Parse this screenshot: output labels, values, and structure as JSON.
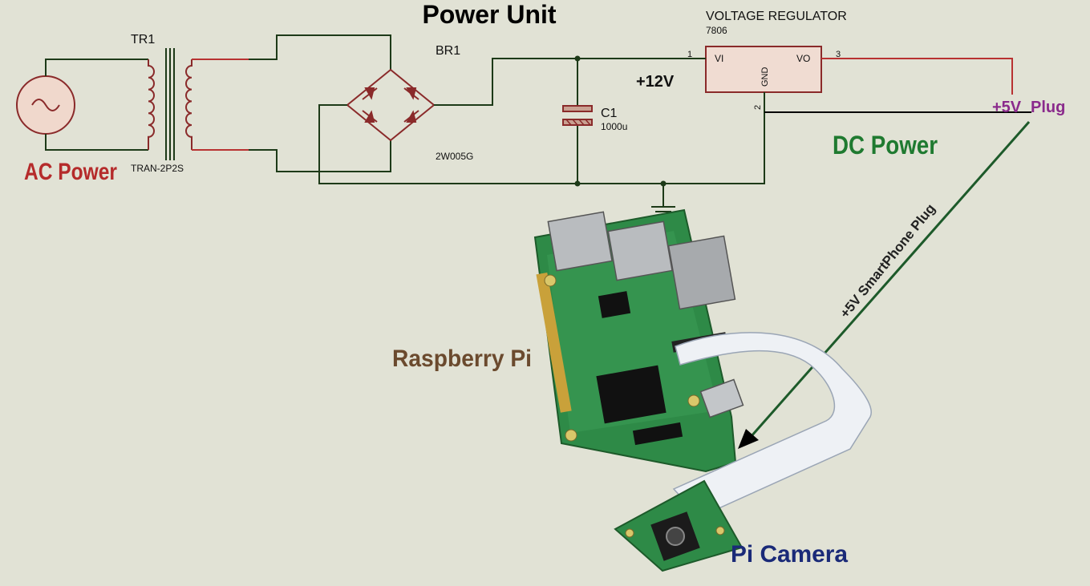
{
  "title": "Power Unit",
  "transformer": {
    "ref": "TR1",
    "part": "TRAN-2P2S"
  },
  "source": {
    "label": "AC Power"
  },
  "bridge": {
    "ref": "BR1",
    "part": "2W005G"
  },
  "capacitor": {
    "ref": "C1",
    "value": "1000u"
  },
  "regulator": {
    "title": "VOLTAGE REGULATOR",
    "part": "7806",
    "pin_in_label": "VI",
    "pin_out_label": "VO",
    "pin_gnd_label": "GND",
    "pin_in_num": "1",
    "pin_out_num": "3",
    "pin_gnd_num": "2"
  },
  "rail_label": "+12V",
  "plug": {
    "volts": "+5V",
    "word": "Plug"
  },
  "dc_power_label": "DC Power",
  "smartphone_plug_label": "+5V  SmartPhone Plug",
  "raspberry_label": "Raspberry Pi",
  "camera_label": "Pi  Camera",
  "colors": {
    "background": "#e1e2d5",
    "wire_dark": "#1d3a18",
    "wire_red": "#b83232",
    "ac_label": "#b52b2b",
    "dc_label": "#1f7a30",
    "plug_label": "#8a2a8c",
    "camera_label": "#1a2a78",
    "pcb_green": "#2e8a47",
    "regulator_fill": "#f0dcd2"
  }
}
